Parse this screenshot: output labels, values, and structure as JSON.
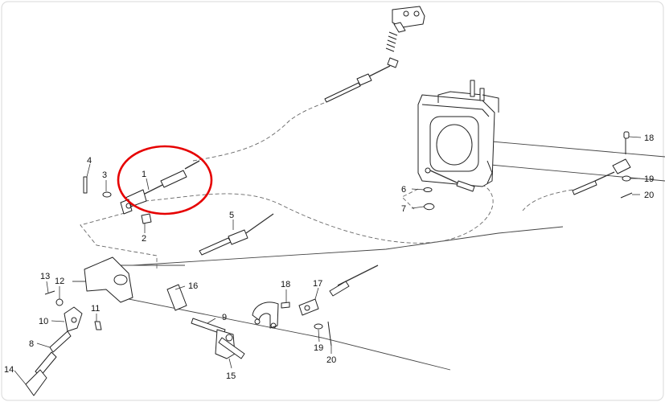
{
  "labels": {
    "p1": "1",
    "p2": "2",
    "p3": "3",
    "p4": "4",
    "p5": "5",
    "p6": "6",
    "p7": "7",
    "p8": "8",
    "p9": "9",
    "p10": "10",
    "p11": "11",
    "p12": "12",
    "p13": "13",
    "p14": "14",
    "p15": "15",
    "p16": "16",
    "p17": "17",
    "p18a": "18",
    "p18b": "18",
    "p19a": "19",
    "p19b": "19",
    "p20a": "20",
    "p20b": "20"
  },
  "highlight_color": "#e60000"
}
